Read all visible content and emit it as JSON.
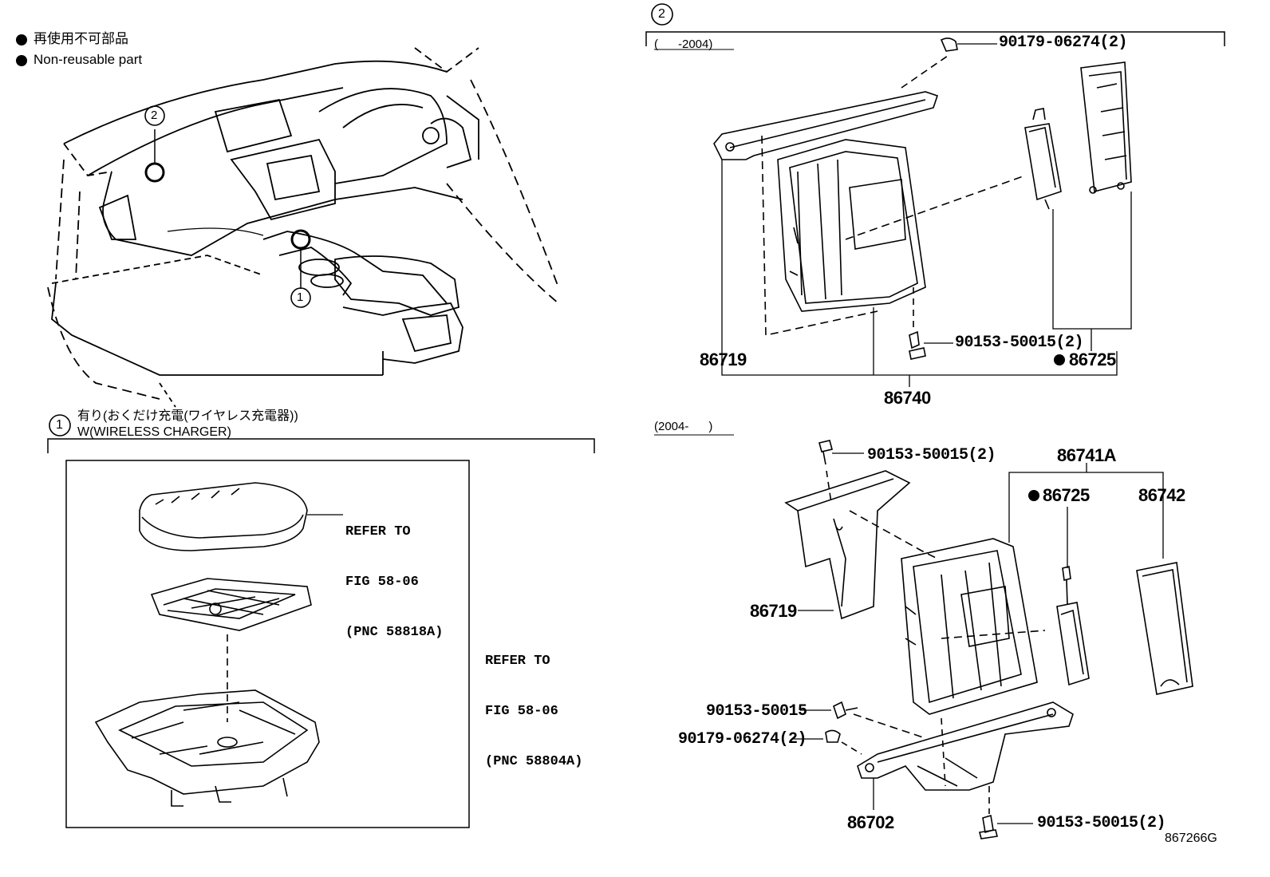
{
  "legend": {
    "jp_label": "再使用不可部品",
    "en_label": "Non-reusable part"
  },
  "callouts": {
    "one": "1",
    "two": "2"
  },
  "section1": {
    "title_jp": "有り(おくだけ充電(ワイヤレス充電器))",
    "title_en": "W(WIRELESS CHARGER)",
    "refer_top": [
      "REFER TO",
      "FIG 58-06",
      "(PNC 58818A)"
    ],
    "refer_bottom": [
      "REFER TO",
      "FIG 58-06",
      "(PNC 58804A)"
    ]
  },
  "section2": {
    "range_old": "(      -2004)",
    "range_new": "(2004-      )",
    "old": {
      "bolt_top": "90179-06274(2)",
      "screw": "90153-50015(2)",
      "bracket": "86719",
      "module": "86725",
      "assembly": "86740"
    },
    "new": {
      "screw_top": "90153-50015(2)",
      "assembly": "86741A",
      "module": "86725",
      "cover": "86742",
      "bracket": "86719",
      "screw_mid": "90153-50015",
      "nut": "90179-06274(2)",
      "lower_bracket": "86702",
      "screw_bottom": "90153-50015(2)"
    }
  },
  "figure_code": "867266G"
}
